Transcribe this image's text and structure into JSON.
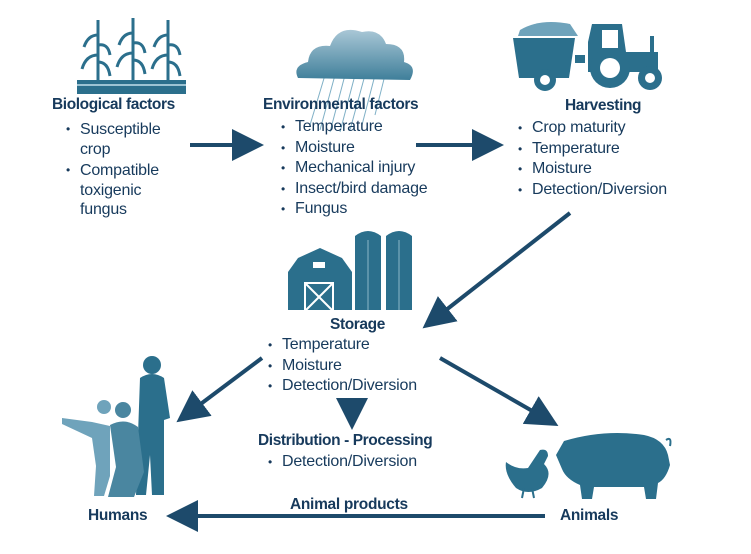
{
  "colors": {
    "text": "#173a5c",
    "icon": "#2b6f8c",
    "icon_light": "#6fa3bb",
    "arrow": "#1d4a6b"
  },
  "biological": {
    "title": "Biological factors",
    "items": [
      "Susceptible crop",
      "Compatible toxigenic fungus"
    ]
  },
  "environmental": {
    "title": "Environmental factors",
    "items": [
      "Temperature",
      "Moisture",
      "Mechanical injury",
      "Insect/bird damage",
      "Fungus"
    ]
  },
  "harvesting": {
    "title": "Harvesting",
    "items": [
      "Crop maturity",
      "Temperature",
      "Moisture",
      "Detection/Diversion"
    ]
  },
  "storage": {
    "title": "Storage",
    "items": [
      "Temperature",
      "Moisture",
      "Detection/Diversion"
    ]
  },
  "distribution": {
    "title": "Distribution - Processing",
    "items": [
      "Detection/Diversion"
    ]
  },
  "humans": {
    "label": "Humans"
  },
  "animals": {
    "label": "Animals"
  },
  "animal_products": {
    "label": "Animal products"
  }
}
